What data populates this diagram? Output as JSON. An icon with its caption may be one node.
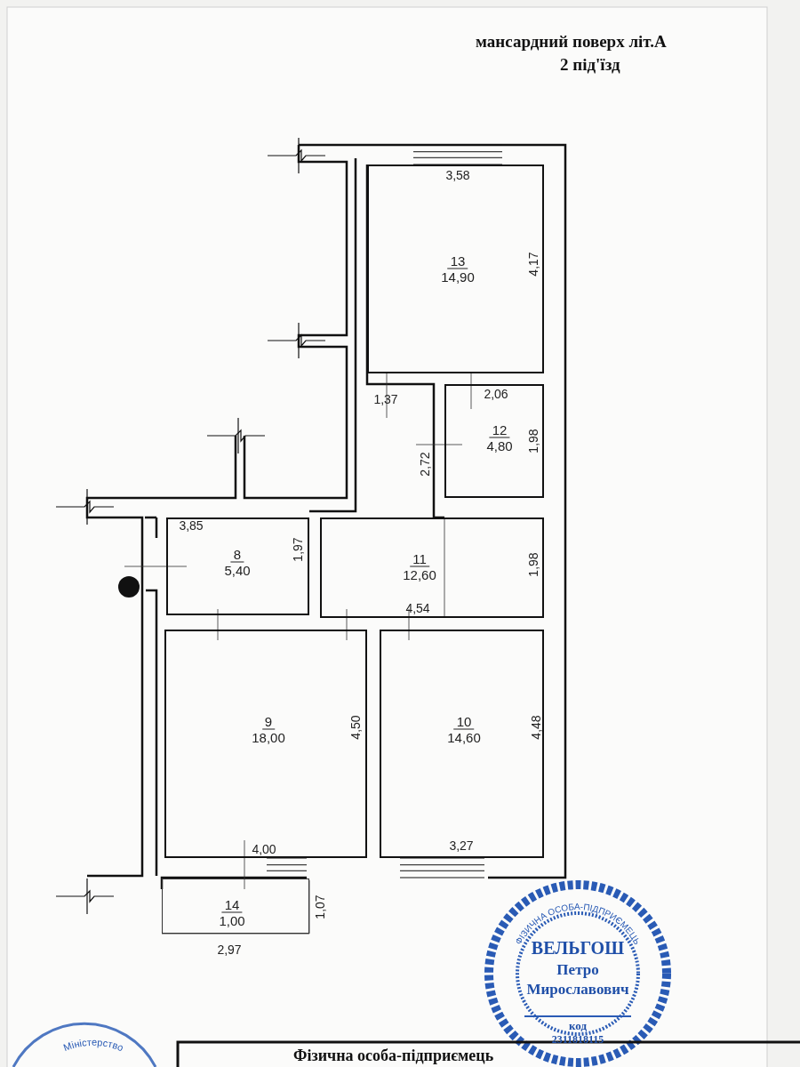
{
  "diagram": {
    "title": "мансардний поверх літ.А",
    "nodes": [
      {
        "text": [
          "13",
          "14,90"
        ]
      },
      {
        "text": [
          "12",
          "4,80"
        ]
      },
      {
        "text": [
          "11",
          "12,60"
        ]
      },
      {
        "text": [
          "8",
          "5,40"
        ]
      },
      {
        "text": [
          "9",
          "18,00"
        ]
      },
      {
        "text": [
          "10",
          "14,60"
        ]
      },
      {
        "text": [
          "14",
          "1,00"
        ]
      }
    ],
    "labels": [
      "2 під'їзд",
      "3,58",
      "4,17",
      "1,37",
      "2,06",
      "1,98",
      "2,72",
      "3,85",
      "1,97",
      "1,98",
      "4,54",
      "4,50",
      "4,48",
      "4,00",
      "3,27",
      "1,07",
      "2,97",
      "ФІЗИЧНА ОСОБА-ПІДПРИЄМЕЦЬ",
      "ВЕЛЬГОШ",
      "Петро",
      "Мирославович",
      "код",
      "2311818115",
      "Міністерство",
      "Фізична особа-підприємець"
    ]
  }
}
